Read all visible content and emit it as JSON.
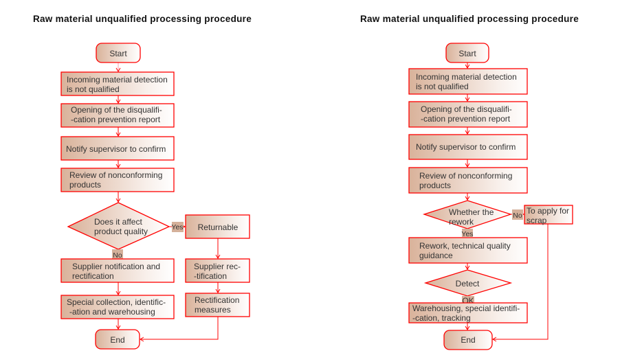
{
  "left": {
    "title": "Raw material unqualified processing procedure",
    "start": "Start",
    "step1": [
      "Incoming material detection",
      "is not qualified"
    ],
    "step2": [
      "Opening of the disqualifi-",
      "-cation prevention report"
    ],
    "step3": "Notify supervisor to confirm",
    "step4": [
      "Review of nonconforming",
      "products"
    ],
    "decision": [
      "Does it affect",
      "product quality"
    ],
    "yes_label": "Yes",
    "no_label": "No",
    "returnable": "Returnable",
    "supplier_notification": [
      "Supplier notification and",
      "rectification"
    ],
    "special_collection": [
      "Special collection, identific-",
      "-ation and warehousing"
    ],
    "supplier_rectification": [
      "Supplier rec-",
      "-tification"
    ],
    "rectification_measures": [
      "Rectification",
      "measures"
    ],
    "end": "End"
  },
  "right": {
    "title": "Raw material unqualified processing procedure",
    "start": "Start",
    "step1": [
      "Incoming material detection",
      "is not qualified"
    ],
    "step2": [
      "Opening of the disqualifi-",
      "-cation prevention report"
    ],
    "step3": "Notify supervisor to confirm",
    "step4": [
      "Review of nonconforming",
      "products"
    ],
    "decision": [
      "Whether the",
      "rework"
    ],
    "no_label": "No",
    "scrap": [
      "To apply for",
      "scrap"
    ],
    "yes_label": "Yes",
    "rework": [
      "Rework, technical quality",
      "guidance"
    ],
    "detect": "Detect",
    "ok_label": "OK",
    "warehousing": [
      "Warehousing, special identifi-",
      "-cation, tracking"
    ],
    "end": "End"
  },
  "colors": {
    "stroke": "#ff0000",
    "fill_start": "#d9b29a",
    "fill_end": "#ffffff"
  }
}
